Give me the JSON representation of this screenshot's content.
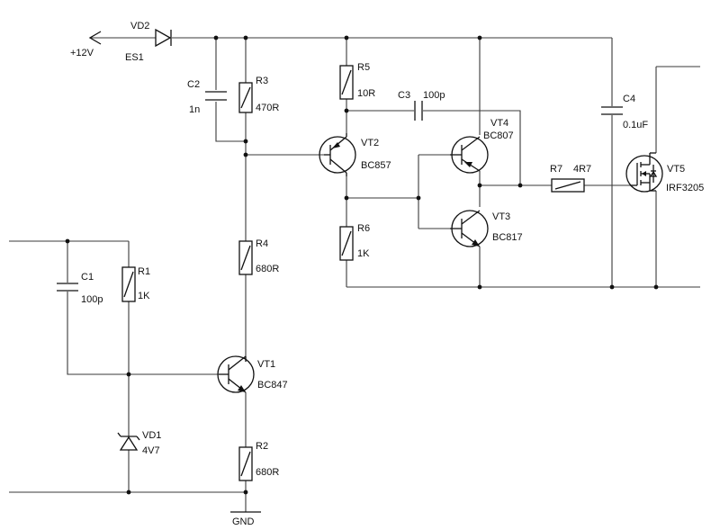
{
  "labels": {
    "supply": "+12V",
    "ground": "GND",
    "VD2": "VD2",
    "VD2_value": "ES1",
    "C2": "C2",
    "C2_value": "1n",
    "R3": "R3",
    "R3_value": "470R",
    "R5": "R5",
    "R5_value": "10R",
    "C3": "C3",
    "C3_value": "100p",
    "VT4": "VT4",
    "VT4_value": "BC807",
    "C4": "C4",
    "C4_value": "0.1uF",
    "VT2": "VT2",
    "VT2_value": "BC857",
    "R7": "R7",
    "R7_value": "4R7",
    "VT5": "VT5",
    "VT5_value": "IRF3205",
    "VT3": "VT3",
    "VT3_value": "BC817",
    "R6": "R6",
    "R6_value": "1K",
    "R4": "R4",
    "R4_value": "680R",
    "C1": "C1",
    "C1_value": "100p",
    "R1": "R1",
    "R1_value": "1K",
    "VT1": "VT1",
    "VT1_value": "BC847",
    "VD1": "VD1",
    "VD1_value": "4V7",
    "R2": "R2",
    "R2_value": "680R"
  }
}
